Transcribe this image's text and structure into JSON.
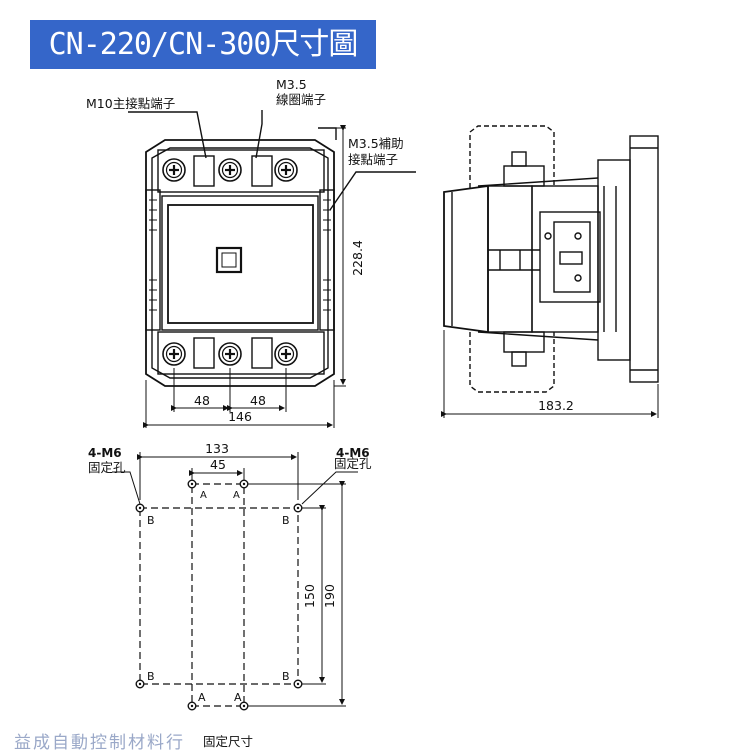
{
  "title": "CN-220/CN-300尺寸圖",
  "colors": {
    "banner": "#3566c9",
    "banner_text": "#ffffff",
    "line": "#111111",
    "watermark": "#9aa8c8"
  },
  "labels": {
    "main_terminal": "M10主接點端子",
    "coil_terminal_line1": "M3.5",
    "coil_terminal_line2": "線圈端子",
    "aux_terminal_line1": "M3.5補助",
    "aux_terminal_line2": "接點端子",
    "mount_hole_left_line1": "4-M6",
    "mount_hole_left_line2": "固定孔",
    "mount_hole_right_line1": "4-M6",
    "mount_hole_right_line2": "固定孔",
    "mounting_caption": "固定尺寸",
    "hole_a": "A",
    "hole_b": "B"
  },
  "dimensions": {
    "front_height": "228.4",
    "front_width": "146",
    "pole_pitch_left": "48",
    "pole_pitch_right": "48",
    "side_depth": "183.2",
    "mount_width_b": "133",
    "mount_width_a": "45",
    "mount_height_b": "150",
    "mount_height_a": "190"
  },
  "watermark": "益成自動控制材料行"
}
